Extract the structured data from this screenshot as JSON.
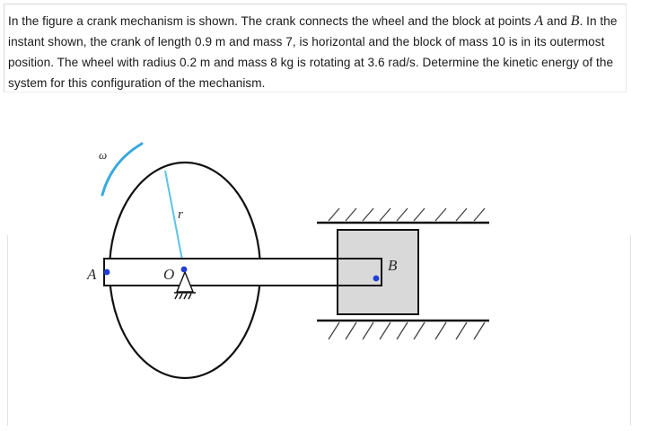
{
  "problem": {
    "part1": "In the figure a crank mechanism is shown. The crank connects the wheel and the block at points ",
    "point_a": "A",
    "part2": " and ",
    "point_b": "B",
    "part3": ". In the instant shown, the crank of length 0.9 m and mass 7, is horizontal and the block of mass 10 is in its outermost position. The wheel with radius 0.2 m and mass 8 kg is rotating at 3.6 rad/s. Determine the kinetic energy of the system for this configuration of the mechanism."
  },
  "figure": {
    "labels": {
      "omega": "ω",
      "radius": "r",
      "point_a": "A",
      "center": "O",
      "point_b": "B"
    },
    "colors": {
      "stroke": "#111111",
      "radius_line": "#5bc4e6",
      "omega_arc": "#39a9df",
      "block_fill": "#d9d9d9",
      "pin": "#1f3fd6",
      "hatch": "#444444"
    }
  }
}
